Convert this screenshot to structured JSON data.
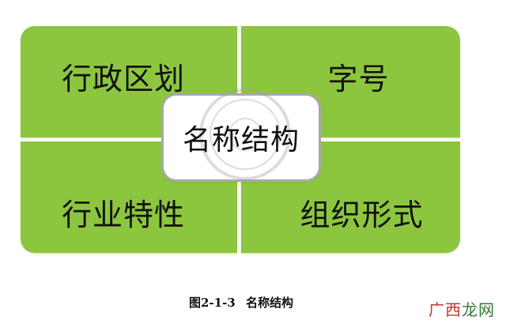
{
  "quadrants": {
    "top_left": "行政区划",
    "top_right": "字号",
    "bottom_left": "行业特性",
    "bottom_right": "组织形式"
  },
  "center": {
    "label": "名称结构"
  },
  "caption": {
    "number": "图2-1-3",
    "title": "名称结构"
  },
  "watermark": {
    "site_prefix": "广西",
    "site_suffix": "龙网"
  },
  "colors": {
    "quadrant_fill": "#8cc63f",
    "center_border": "#a8a8a8",
    "site_red": "#c0392b",
    "site_green": "#2e7d32"
  }
}
